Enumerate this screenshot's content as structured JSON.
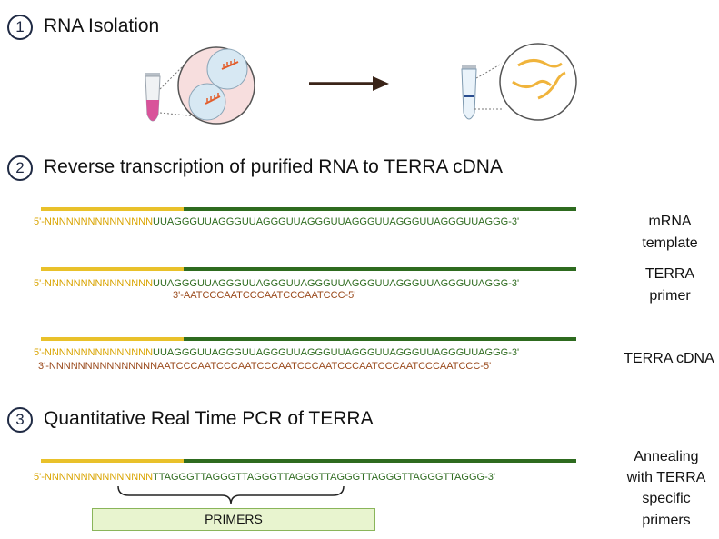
{
  "steps": [
    {
      "number": "1",
      "title": "RNA Isolation"
    },
    {
      "number": "2",
      "title": "Reverse transcription of purified RNA to TERRA cDNA"
    },
    {
      "number": "3",
      "title": "Quantitative Real Time PCR of TERRA"
    }
  ],
  "rows": {
    "r1": {
      "top_5p": "5'-NNNNNNNNNNNNNNN",
      "top_rest": "UUAGGGUUAGGGUUAGGGUUAGGGUUAGGGUUAGGGUUAGGGUUAGGG-3'",
      "label": [
        "mRNA",
        "template"
      ]
    },
    "r2": {
      "top_5p": "5'-NNNNNNNNNNNNNNN",
      "top_rest": "UUAGGGUUAGGGUUAGGGUUAGGGUUAGGGUUAGGGUUAGGGUUAGGG-3'",
      "bottom": "3'-AATCCCAATCCCAATCCCAATCCC-5'",
      "label": [
        "TERRA",
        "primer"
      ]
    },
    "r3": {
      "top_5p": "5'-NNNNNNNNNNNNNNN",
      "top_rest": "UUAGGGUUAGGGUUAGGGUUAGGGUUAGGGUUAGGGUUAGGGUUAGGG-3'",
      "bottom_n": "3'-NNNNNNNNNNNNNNN",
      "bottom_rest": "AATCCCAATCCCAATCCCAATCCCAATCCCAATCCCAATCCCAATCCC-5'",
      "label": [
        "TERRA cDNA"
      ]
    },
    "r4": {
      "top_5p": "5'-NNNNNNNNNNNNNNN",
      "top_rest": "TTAGGGTTAGGGTTAGGGTTAGGGTTAGGGTTAGGGTTAGGGTTAGGG-3'",
      "label": [
        "Annealing",
        "with TERRA",
        "specific",
        "primers"
      ]
    }
  },
  "primers_label": "PRIMERS",
  "colors": {
    "yellow": "#e9c12a",
    "green": "#2e6b1f",
    "brown": "#9a4a1c",
    "primer_box": "#e8f4cf"
  }
}
